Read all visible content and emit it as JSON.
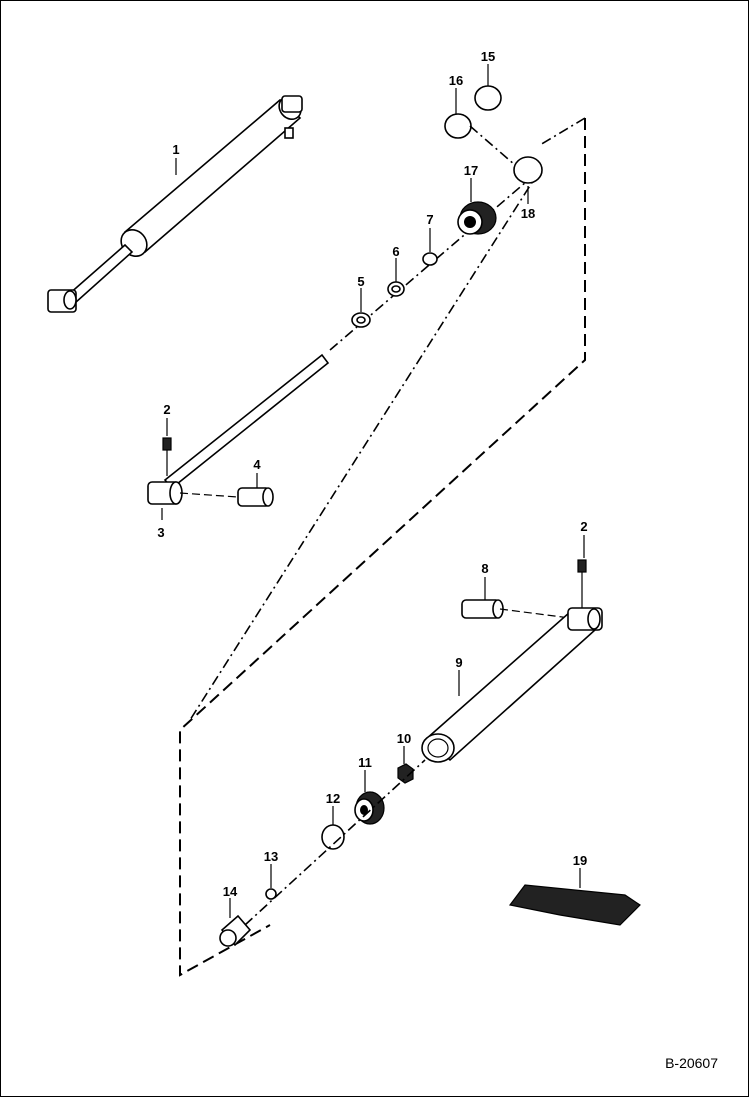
{
  "figure_number": "B-20607",
  "callouts": {
    "c1": "1",
    "c2a": "2",
    "c2b": "2",
    "c3": "3",
    "c4": "4",
    "c5": "5",
    "c6": "6",
    "c7": "7",
    "c8": "8",
    "c9": "9",
    "c10": "10",
    "c11": "11",
    "c12": "12",
    "c13": "13",
    "c14": "14",
    "c15": "15",
    "c16": "16",
    "c17": "17",
    "c18": "18",
    "c19": "19"
  }
}
